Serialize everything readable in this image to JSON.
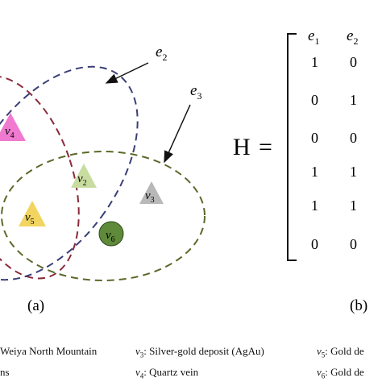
{
  "hypergraph": {
    "edges": [
      {
        "id": "e2",
        "label_main": "e",
        "label_sub": "2",
        "color": "#3a3f78"
      },
      {
        "id": "e3",
        "label_main": "e",
        "label_sub": "3",
        "color": "#5a6a2a"
      },
      {
        "id": "e1",
        "label_main": "",
        "label_sub": "",
        "color": "#8a2a3a"
      }
    ],
    "vertices": [
      {
        "id": "v4",
        "main": "v",
        "sub": "4",
        "shape": "triangle",
        "fill": "#f07ad0"
      },
      {
        "id": "v2",
        "main": "v",
        "sub": "2",
        "shape": "triangle",
        "fill": "#c8dca0"
      },
      {
        "id": "v3",
        "main": "v",
        "sub": "3",
        "shape": "triangle",
        "fill": "#b8b8b8"
      },
      {
        "id": "v5",
        "main": "v",
        "sub": "5",
        "shape": "triangle",
        "fill": "#f2d460"
      },
      {
        "id": "v6",
        "main": "v",
        "sub": "6",
        "shape": "circle",
        "fill": "#5e8a3a"
      }
    ],
    "caption_a": "(a)"
  },
  "matrix": {
    "name": "H",
    "equals": "=",
    "col_headers": [
      {
        "main": "e",
        "sub": "1"
      },
      {
        "main": "e",
        "sub": "2"
      }
    ],
    "rows": [
      [
        "1",
        "0"
      ],
      [
        "0",
        "1"
      ],
      [
        "0",
        "0"
      ],
      [
        "1",
        "1"
      ],
      [
        "1",
        "1"
      ],
      [
        "0",
        "0"
      ]
    ],
    "caption_b": "(b)"
  },
  "legend": {
    "items": [
      {
        "prefix": "",
        "text": "Weiya North Mountain"
      },
      {
        "prefix": "v",
        "sub": "3",
        "text": ": Silver-gold deposit (AgAu)"
      },
      {
        "prefix": "v",
        "sub": "5",
        "text": ": Gold de"
      },
      {
        "prefix": "",
        "text": "ns"
      },
      {
        "prefix": "v",
        "sub": "4",
        "text": ": Quartz vein"
      },
      {
        "prefix": "v",
        "sub": "6",
        "text": ": Gold de"
      }
    ]
  }
}
